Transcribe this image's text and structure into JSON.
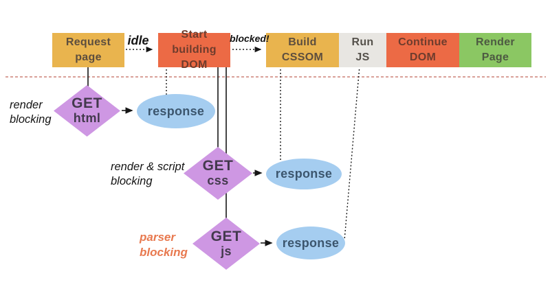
{
  "timeline": {
    "boxes": [
      {
        "name": "request-page",
        "line1": "Request",
        "line2": "page",
        "color": "#e9b44e"
      },
      {
        "name": "start-building-dom",
        "line1": "Start building",
        "line2": "DOM",
        "color": "#ec6a45"
      },
      {
        "name": "build-cssom",
        "line1": "Build",
        "line2": "CSSOM",
        "color": "#e9b44e"
      },
      {
        "name": "run-js",
        "line1": "Run",
        "line2": "JS",
        "color": "#e8e6e2"
      },
      {
        "name": "continue-dom",
        "line1": "Continue",
        "line2": "DOM",
        "color": "#ec6a45"
      },
      {
        "name": "render-page",
        "line1": "Render",
        "line2": "Page",
        "color": "#8bc763"
      }
    ],
    "transition_labels": {
      "idle": "idle",
      "blocked": "blocked!"
    }
  },
  "requests": {
    "html": {
      "verb": "GET",
      "resource": "html",
      "response": "response",
      "annotation_line1": "render",
      "annotation_line2": "blocking"
    },
    "css": {
      "verb": "GET",
      "resource": "css",
      "response": "response",
      "annotation_line1": "render & script",
      "annotation_line2": "blocking"
    },
    "js": {
      "verb": "GET",
      "resource": "js",
      "response": "response",
      "annotation_line1": "parser",
      "annotation_line2": "blocking"
    }
  },
  "colors": {
    "gold_box": "#e9b44e",
    "orange_box": "#ec6a45",
    "gray_box": "#e8e6e2",
    "green_box": "#8bc763",
    "request_diamond": "#ce97e3",
    "response_ellipse": "#a5cdf0",
    "timeline_divider_line": "#c2675b",
    "parser_blocking_text": "#e8794f",
    "connector_line": "#161616"
  }
}
